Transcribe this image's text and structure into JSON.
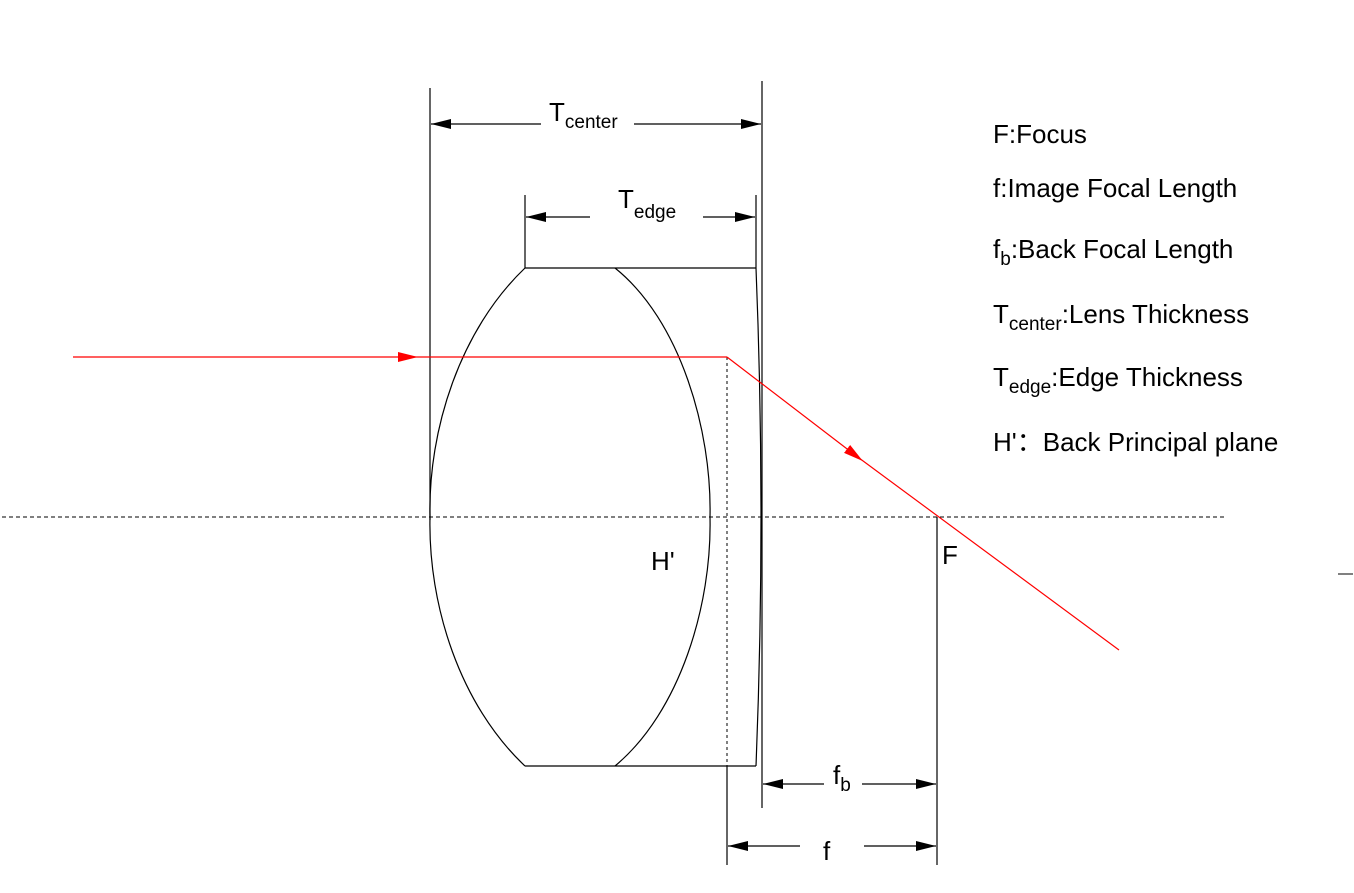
{
  "colors": {
    "ray": "#ff0000",
    "lines": "#000000",
    "background": "#ffffff"
  },
  "labels": {
    "t_center": {
      "main": "T",
      "sub": "center"
    },
    "t_edge": {
      "main": "T",
      "sub": "edge"
    },
    "f_b": {
      "main": "f",
      "sub": "b"
    },
    "f": "f",
    "h_prime": "H'",
    "focus": "F"
  },
  "legend": [
    {
      "main": "F",
      "sub": "",
      "rest": ":Focus"
    },
    {
      "main": "f",
      "sub": "",
      "rest": ":Image Focal Length"
    },
    {
      "main": "f",
      "sub": "b",
      "rest": ":Back Focal Length"
    },
    {
      "main": "T",
      "sub": "center",
      "rest": ":Lens Thickness"
    },
    {
      "main": "T",
      "sub": "edge",
      "rest": ":Edge Thickness"
    },
    {
      "main": "H'",
      "sub": "",
      "rest": "：Back Principal plane"
    }
  ]
}
